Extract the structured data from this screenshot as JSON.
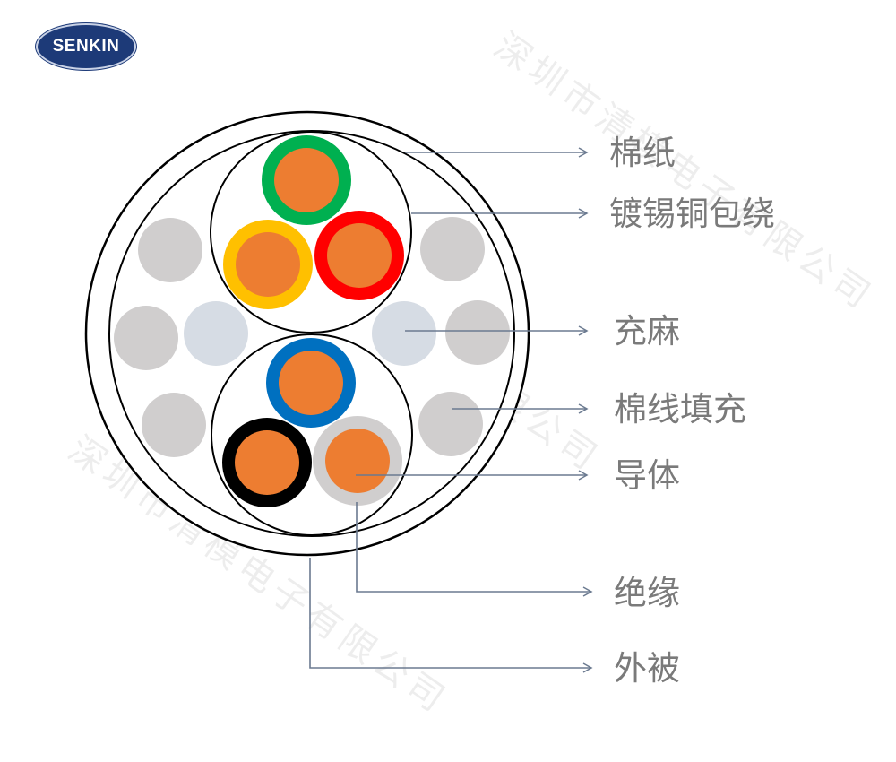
{
  "logo": {
    "text": "SENKIN"
  },
  "watermark": "深圳市清模电子有限公司",
  "labels": {
    "cotton_paper": "棉纸",
    "tinned_copper_wrap": "镀锡铜包绕",
    "hemp_fill": "充麻",
    "cotton_thread_fill": "棉线填充",
    "conductor": "导体",
    "insulation": "绝缘",
    "outer_sheath": "外被"
  },
  "colors": {
    "conductor": "#ed7d31",
    "filler": "#d0cece",
    "hemp": "#d6dce4",
    "leader": "#6b7a90",
    "label": "#7a7a7a",
    "insulation": [
      "#00b050",
      "#ffc000",
      "#ff0000",
      "#0070c0",
      "#000000",
      "#d0cece"
    ]
  }
}
